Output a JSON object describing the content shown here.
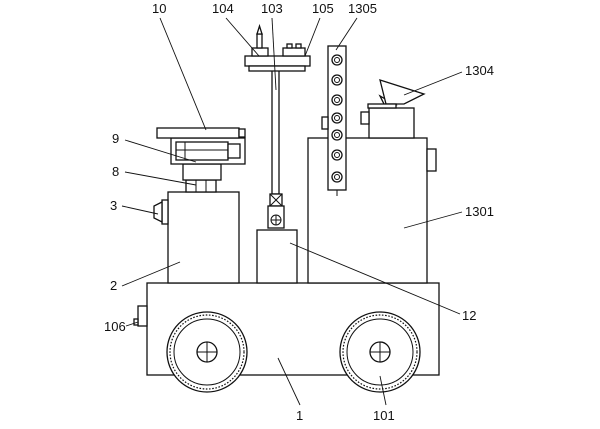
{
  "figure": {
    "labels": {
      "base": "1",
      "wheel": "101",
      "rod": "103",
      "clamp_left": "104",
      "clamp_right": "105",
      "side_knob": "106",
      "lower_box": "2",
      "side_lamp": "3",
      "support_column": "8",
      "motor": "9",
      "top_plate": "10",
      "center_block": "12",
      "right_box": "1301",
      "funnel": "1304",
      "light_strip": "1305"
    }
  }
}
